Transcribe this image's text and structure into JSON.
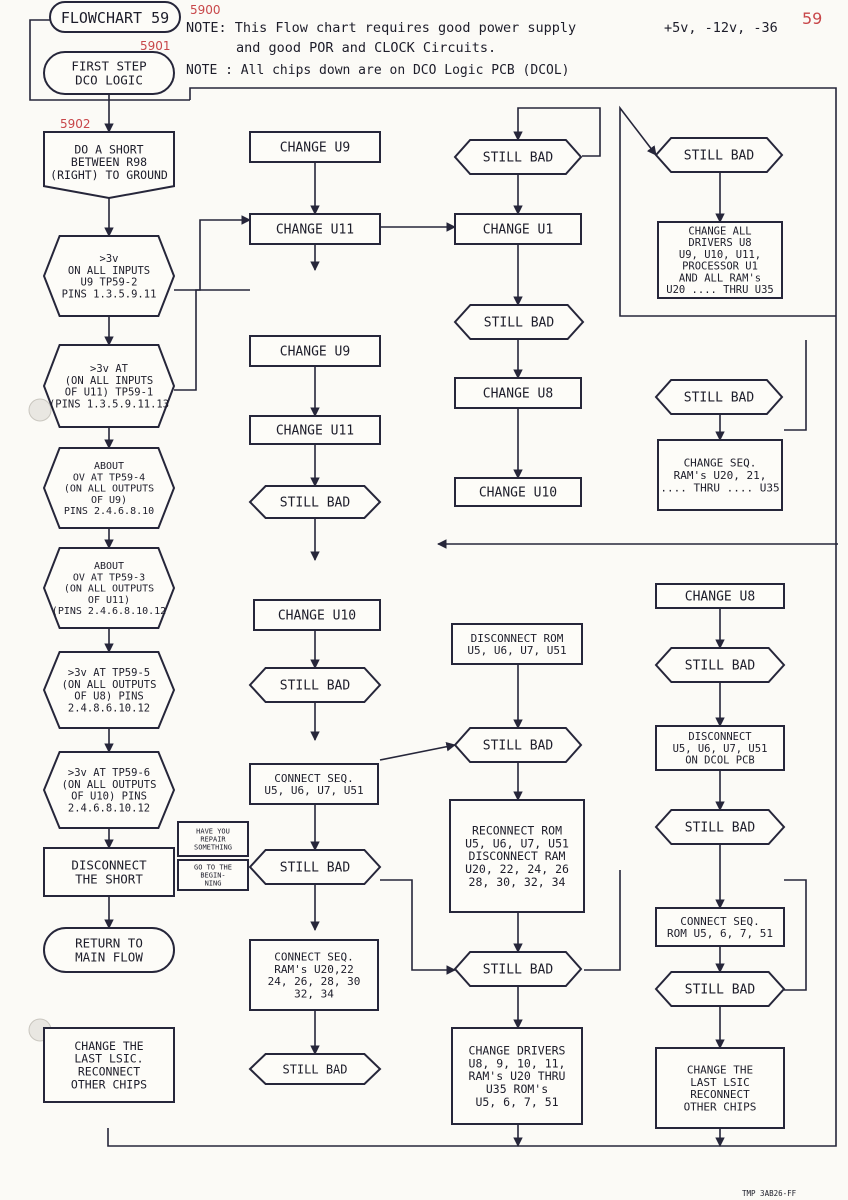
{
  "header": {
    "title": "FLOWCHART 59",
    "ref_5900": "5900",
    "ref_5901": "5901",
    "ref_5902": "5902",
    "page_number": "59",
    "note1_line1": "NOTE: This Flow chart requires good power supply",
    "note1_voltages": "+5v, -12v, -36",
    "note1_line2": "and good POR and CLOCK Circuits.",
    "note2": "NOTE : All chips down are on DCO Logic PCB (DCOL)"
  },
  "first_step": [
    "FIRST STEP",
    "DCO LOGIC"
  ],
  "left_column": [
    [
      "DO A SHORT",
      "BETWEEN R98",
      "(RIGHT) TO GROUND"
    ],
    [
      ">3v",
      "ON ALL INPUTS",
      "U9   TP59-2",
      "PINS 1.3.5.9.11"
    ],
    [
      ">3v AT",
      "(ON ALL INPUTS",
      "OF U11) TP59-1",
      "(PINS 1.3.5.9.11.13"
    ],
    [
      "ABOUT",
      "OV AT TP59-4",
      "(ON ALL OUTPUTS",
      "OF U9)",
      "PINS 2.4.6.8.10"
    ],
    [
      "ABOUT",
      "OV AT TP59-3",
      "(ON ALL OUTPUTS",
      "OF U11)",
      "(PINS 2.4.6.8.10.12"
    ],
    [
      ">3v AT TP59-5",
      "(ON ALL OUTPUTS",
      "OF U8) PINS",
      "2.4.8.6.10.12"
    ],
    [
      ">3v AT TP59-6",
      "(ON ALL OUTPUTS",
      "OF U10) PINS",
      "2.4.6.8.10.12"
    ],
    [
      "DISCONNECT",
      "THE SHORT"
    ],
    [
      "RETURN TO",
      "MAIN FLOW"
    ],
    [
      "CHANGE THE",
      "LAST LSIC.",
      "RECONNECT",
      "OTHER CHIPS"
    ]
  ],
  "col2": [
    [
      "CHANGE U9"
    ],
    [
      "CHANGE U11"
    ],
    [
      "CHANGE U9"
    ],
    [
      "CHANGE U11"
    ],
    [
      "STILL BAD"
    ],
    [
      "CHANGE U10"
    ],
    [
      "STILL BAD"
    ],
    [
      "CONNECT SEQ.",
      "U5, U6, U7, U51"
    ],
    [
      "STILL BAD"
    ],
    [
      "CONNECT SEQ.",
      "RAM's U20,22",
      "24, 26, 28, 30",
      "32, 34"
    ],
    [
      "STILL BAD"
    ]
  ],
  "note_box": {
    "line1": [
      "HAVE YOU",
      "REPAIR",
      "SOMETHING"
    ],
    "line2": [
      "GO TO THE",
      "BEGIN-",
      "NING"
    ]
  },
  "col3": [
    [
      "STILL BAD"
    ],
    [
      "CHANGE U1"
    ],
    [
      "STILL BAD"
    ],
    [
      "CHANGE U8"
    ],
    [
      "CHANGE U10"
    ],
    [
      "DISCONNECT ROM",
      "U5, U6, U7, U51"
    ],
    [
      "STILL BAD"
    ],
    [
      "RECONNECT ROM",
      "U5, U6, U7, U51",
      "DISCONNECT RAM",
      "U20, 22, 24, 26",
      "28, 30, 32, 34"
    ],
    [
      "STILL BAD"
    ],
    [
      "CHANGE DRIVERS",
      "U8, 9, 10, 11,",
      "RAM's U20 THRU",
      "U35  ROM's",
      "U5, 6, 7, 51"
    ]
  ],
  "col4": [
    [
      "STILL BAD"
    ],
    [
      "CHANGE ALL",
      "DRIVERS U8",
      "U9, U10, U11,",
      "PROCESSOR U1",
      "AND ALL RAM's",
      "U20 .... THRU U35"
    ],
    [
      "STILL BAD"
    ],
    [
      "CHANGE SEQ.",
      "RAM's U20, 21,",
      ".... THRU .... U35"
    ],
    [
      "CHANGE U8"
    ],
    [
      "STILL BAD"
    ],
    [
      "DISCONNECT",
      "U5, U6, U7, U51",
      "ON DCOL PCB"
    ],
    [
      "STILL BAD"
    ],
    [
      "CONNECT SEQ.",
      "ROM U5, 6, 7, 51"
    ],
    [
      "STILL BAD"
    ],
    [
      "CHANGE THE",
      "LAST LSIC",
      "RECONNECT",
      "OTHER CHIPS"
    ]
  ],
  "footer_stamp": "TMP 3AB26-FF"
}
